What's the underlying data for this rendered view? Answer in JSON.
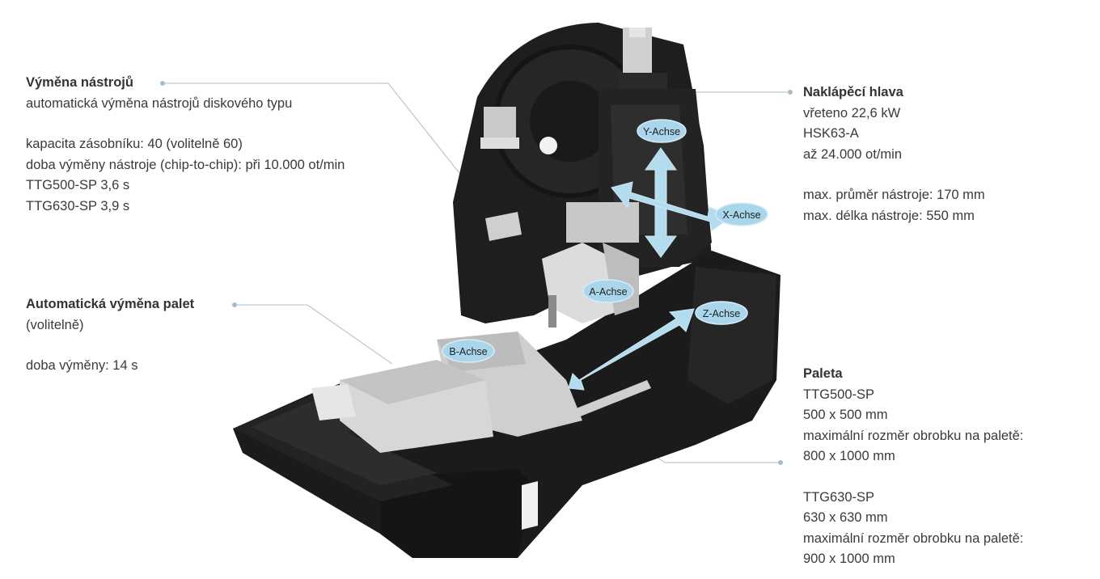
{
  "tool_change": {
    "title": "Výměna nástrojů",
    "lines": [
      "automatická výměna nástrojů diskového typu"
    ],
    "lines2": [
      "kapacita zásobníku: 40 (volitelně 60)",
      "doba výměny nástroje (chip-to-chip): při 10.000 ot/min",
      "TTG500-SP 3,6 s",
      "TTG630-SP 3,9 s"
    ]
  },
  "pallet_change": {
    "title": "Automatická výměna palet",
    "lines": [
      "(volitelně)"
    ],
    "lines2": [
      "doba výměny: 14 s"
    ]
  },
  "tilting_head": {
    "title": "Naklápěcí hlava",
    "lines": [
      "vřeteno 22,6 kW",
      "HSK63-A",
      "až 24.000 ot/min"
    ],
    "lines2": [
      "max. průměr nástroje: 170 mm",
      "max. délka nástroje: 550 mm"
    ]
  },
  "pallet": {
    "title": "Paleta",
    "lines": [
      "TTG500-SP",
      "500 x 500 mm",
      "maximální rozměr obrobku na paletě:",
      "800 x 1000 mm"
    ],
    "lines2": [
      "TTG630-SP",
      "630 x 630 mm",
      "maximální rozměr obrobku na paletě:",
      "900 x 1000 mm"
    ]
  },
  "axes": {
    "y": "Y-Achse",
    "x": "X-Achse",
    "a": "A-Achse",
    "z": "Z-Achse",
    "b": "B-Achse"
  },
  "colors": {
    "arrow": "#b3dcef",
    "badge": "#a9d6ea",
    "leader": "#9fb4c4",
    "machine": "#1d1d1d"
  }
}
